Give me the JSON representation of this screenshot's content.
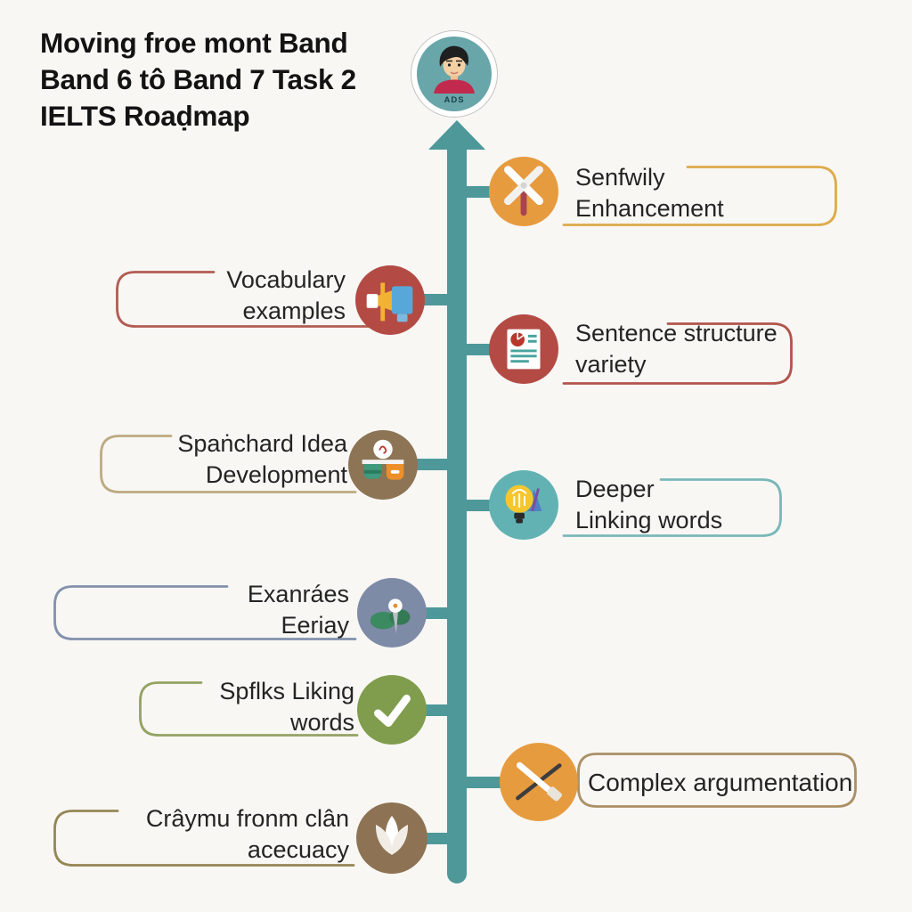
{
  "title": {
    "line1": "Moving froe mont Band",
    "line2": "Band 6 tô Band 7 Task 2",
    "line3": "IELTS Roaḍmap"
  },
  "avatar": {
    "label": "ADS",
    "icon": "person-avatar-icon"
  },
  "colors": {
    "background": "#f8f7f4",
    "timeline": "#4e989a",
    "title_text": "#131313",
    "item_text": "#242424",
    "avatar_fill": "#68a6aa",
    "avatar_ring": "#ffffff"
  },
  "timeline": {
    "items": [
      {
        "side": "right",
        "line1": "Senfwily",
        "line2": "Enhancement",
        "icon": "windmill-icon",
        "circle_color": "#e79b3f",
        "border_color": "#ddab4a"
      },
      {
        "side": "left",
        "line1": "Vocabulary",
        "line2": "examples",
        "icon": "megaphone-icon",
        "circle_color": "#b34b44",
        "border_color": "#b25c52"
      },
      {
        "side": "right",
        "line1": "Sentence structure",
        "line2": "variety",
        "icon": "document-chart-icon",
        "circle_color": "#b34b44",
        "border_color": "#b2544c"
      },
      {
        "side": "left",
        "line1": "Spaṅchard Idea",
        "line2": "Development",
        "icon": "idea-development-icon",
        "circle_color": "#8c7455",
        "border_color": "#bcaa80"
      },
      {
        "side": "right",
        "line1": "Deeper",
        "line2": "Linking words",
        "icon": "lightbulb-icon",
        "circle_color": "#62b2b4",
        "border_color": "#79b8b8"
      },
      {
        "side": "left",
        "line1": "Exanráes",
        "line2": "Eeriay",
        "icon": "lotus-pond-icon",
        "circle_color": "#7e8ba7",
        "border_color": "#8291ac"
      },
      {
        "side": "left",
        "line1": "Spflks Liking",
        "line2": "words",
        "icon": "checkmark-icon",
        "circle_color": "#7f9d4c",
        "border_color": "#93a363"
      },
      {
        "side": "right",
        "line1": "Complex argumentation",
        "line2": "",
        "icon": "crossed-tools-icon",
        "circle_color": "#e79b3f",
        "border_color": "#ab9065"
      },
      {
        "side": "left",
        "line1": "Crâymu fronm clân",
        "line2": "acecuacy",
        "icon": "lotus-icon",
        "circle_color": "#8d7354",
        "border_color": "#968655"
      }
    ]
  }
}
